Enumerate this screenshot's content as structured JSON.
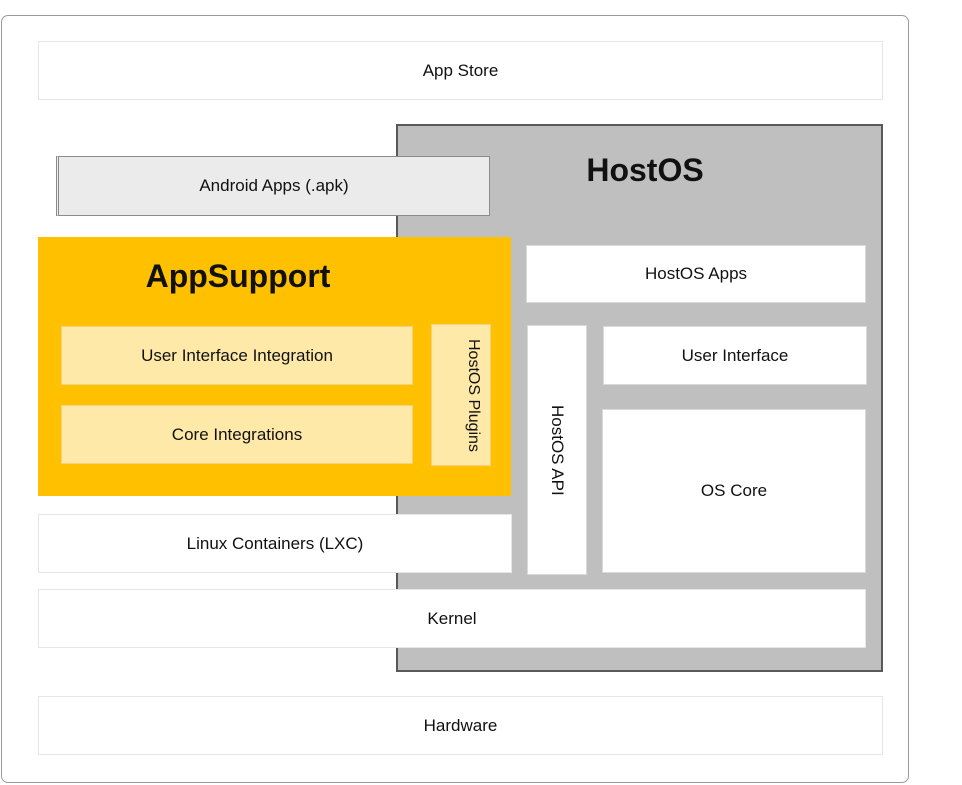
{
  "diagram": {
    "title": "AppSupport architecture",
    "colors": {
      "hostos_background": "#bfbfbf",
      "hostos_border": "#595959",
      "appsupport_background": "#ffc000",
      "appsupport_inner": "#ffe9a8",
      "android_background": "#ebebeb",
      "layer_background": "#ffffff"
    },
    "layers": {
      "app_store": "App Store",
      "android_apps": "Android Apps (.apk)",
      "hostos": "HostOS",
      "hostos_apps": "HostOS Apps",
      "appsupport": "AppSupport",
      "user_interface_integration": "User Interface Integration",
      "core_integrations": "Core Integrations",
      "hostos_plugins": "HostOS Plugins",
      "hostos_api": "HostOS API",
      "user_interface": "User Interface",
      "os_core": "OS Core",
      "linux_containers": "Linux Containers (LXC)",
      "kernel": "Kernel",
      "hardware": "Hardware"
    }
  }
}
